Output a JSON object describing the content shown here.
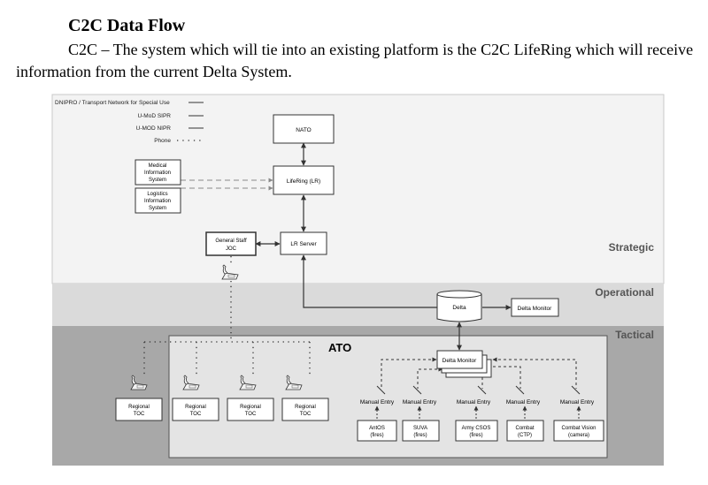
{
  "document": {
    "title": "C2C Data Flow",
    "paragraph": "C2C – The system which will tie into an existing platform is the C2C LifeRing which will receive information from the current Delta System."
  },
  "diagram": {
    "legend": [
      {
        "label": "DNIPRO / Transport Network for Special Use",
        "style": "solid"
      },
      {
        "label": "U-MoD SIPR",
        "style": "solid"
      },
      {
        "label": "U-MOD NIPR",
        "style": "solid"
      },
      {
        "label": "Phone",
        "style": "dotted"
      }
    ],
    "zones": {
      "strategic": "Strategic",
      "operational": "Operational",
      "tactical": "Tactical"
    },
    "ato_label": "ATO",
    "nodes": {
      "nato": "NATO",
      "lifering": "LifeRing (LR)",
      "lr_server": "LR Server",
      "medical": [
        "Medical",
        "Information",
        "System"
      ],
      "logistics": [
        "Logistics",
        "Information",
        "System"
      ],
      "general_staff": [
        "General Staff",
        "JOC"
      ],
      "delta": "Delta",
      "delta_monitor_op": "Delta Monitor",
      "delta_monitor_tac": "Delta Monitor"
    },
    "regional_tocs": [
      [
        "Regional",
        "TOC"
      ],
      [
        "Regional",
        "TOC"
      ],
      [
        "Regional",
        "TOC"
      ],
      [
        "Regional",
        "TOC"
      ]
    ],
    "manual_entry_label": "Manual Entry",
    "sources": [
      [
        "AntOS",
        "(fires)"
      ],
      [
        "SUVA",
        "(fires)"
      ],
      [
        "Army CSOS",
        "(fires)"
      ],
      [
        "Combat",
        "(CTP)"
      ],
      [
        "Combat Vision",
        "(camera)"
      ]
    ]
  }
}
